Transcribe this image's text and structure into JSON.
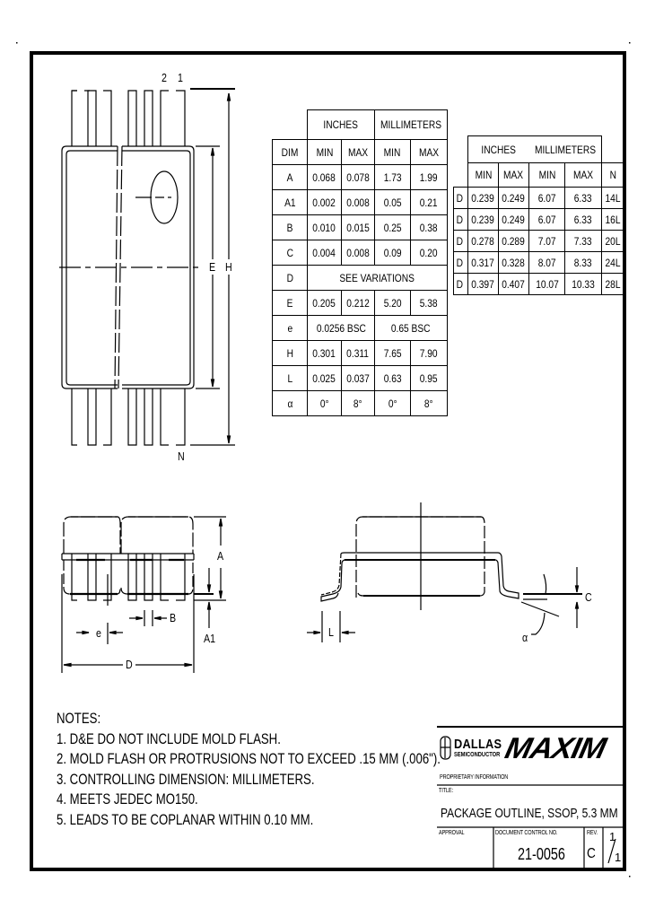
{
  "drawing": {
    "top_view": {
      "pin_labels": [
        "2",
        "1"
      ],
      "last_pin_label": "N",
      "dim_labels": {
        "body_width": "E",
        "overall_width": "H"
      }
    },
    "front_view": {
      "dim_labels": {
        "height": "A",
        "standoff": "A1",
        "lead_width": "B",
        "pitch": "e",
        "length": "D"
      }
    },
    "side_view": {
      "dim_labels": {
        "foot_length": "L",
        "lead_thickness": "C",
        "foot_angle": "α"
      }
    }
  },
  "dimension_table": {
    "group_headers": [
      "INCHES",
      "MILLIMETERS"
    ],
    "columns": [
      "DIM",
      "MIN",
      "MAX",
      "MIN",
      "MAX"
    ],
    "rows": [
      {
        "dim": "A",
        "in_min": "0.068",
        "in_max": "0.078",
        "mm_min": "1.73",
        "mm_max": "1.99"
      },
      {
        "dim": "A1",
        "in_min": "0.002",
        "in_max": "0.008",
        "mm_min": "0.05",
        "mm_max": "0.21"
      },
      {
        "dim": "B",
        "in_min": "0.010",
        "in_max": "0.015",
        "mm_min": "0.25",
        "mm_max": "0.38"
      },
      {
        "dim": "C",
        "in_min": "0.004",
        "in_max": "0.008",
        "mm_min": "0.09",
        "mm_max": "0.20"
      },
      {
        "dim": "D",
        "span": "SEE VARIATIONS"
      },
      {
        "dim": "E",
        "in_min": "0.205",
        "in_max": "0.212",
        "mm_min": "5.20",
        "mm_max": "5.38"
      },
      {
        "dim": "e",
        "in_span": "0.0256 BSC",
        "mm_span": "0.65 BSC"
      },
      {
        "dim": "H",
        "in_min": "0.301",
        "in_max": "0.311",
        "mm_min": "7.65",
        "mm_max": "7.90"
      },
      {
        "dim": "L",
        "in_min": "0.025",
        "in_max": "0.037",
        "mm_min": "0.63",
        "mm_max": "0.95"
      },
      {
        "dim": "α",
        "in_min": "0°",
        "in_max": "8°",
        "mm_min": "0°",
        "mm_max": "8°"
      }
    ]
  },
  "variations_table": {
    "group_headers": [
      "INCHES",
      "MILLIMETERS"
    ],
    "columns": [
      "MIN",
      "MAX",
      "MIN",
      "MAX",
      "N"
    ],
    "rows": [
      {
        "dim": "D",
        "in_min": "0.239",
        "in_max": "0.249",
        "mm_min": "6.07",
        "mm_max": "6.33",
        "n": "14L"
      },
      {
        "dim": "D",
        "in_min": "0.239",
        "in_max": "0.249",
        "mm_min": "6.07",
        "mm_max": "6.33",
        "n": "16L"
      },
      {
        "dim": "D",
        "in_min": "0.278",
        "in_max": "0.289",
        "mm_min": "7.07",
        "mm_max": "7.33",
        "n": "20L"
      },
      {
        "dim": "D",
        "in_min": "0.317",
        "in_max": "0.328",
        "mm_min": "8.07",
        "mm_max": "8.33",
        "n": "24L"
      },
      {
        "dim": "D",
        "in_min": "0.397",
        "in_max": "0.407",
        "mm_min": "10.07",
        "mm_max": "10.33",
        "n": "28L"
      }
    ]
  },
  "notes": {
    "heading": "NOTES:",
    "items": [
      "1. D&E DO NOT INCLUDE MOLD FLASH.",
      "2. MOLD FLASH OR PROTRUSIONS NOT TO EXCEED .15 MM (.006\").",
      "3. CONTROLLING DIMENSION: MILLIMETERS.",
      "4. MEETS JEDEC MO150.",
      "5. LEADS TO BE COPLANAR WITHIN 0.10 MM."
    ]
  },
  "title_block": {
    "company_1": "DALLAS",
    "company_1_sub": "SEMICONDUCTOR",
    "company_2": "MAXIM",
    "proprietary": "PROPRIETARY INFORMATION",
    "title_label": "TITLE:",
    "title": "PACKAGE OUTLINE, SSOP, 5.3 MM",
    "approval_label": "APPROVAL",
    "doc_control_label": "DOCUMENT CONTROL NO.",
    "doc_number": "21-0056",
    "rev_label": "REV.",
    "rev": "C",
    "sheet": "1",
    "sheets": "1"
  }
}
